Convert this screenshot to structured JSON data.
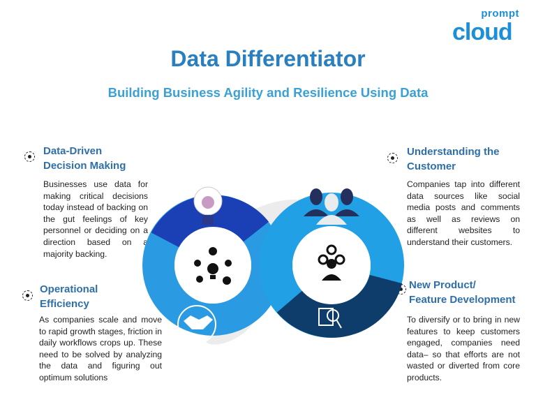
{
  "logo": {
    "top": "prompt",
    "bottom": "cloud"
  },
  "title": "Data Differentiator",
  "subtitle": "Building Business Agility and Resilience Using Data",
  "sections": [
    {
      "heading_lines": [
        "Data-Driven",
        "Decision Making"
      ],
      "body": "Businesses use data for making critical decisions today instead of backing on the gut feelings of key personnel or deciding on a direction based on a majority backing."
    },
    {
      "heading_lines": [
        "Operational",
        "Efficiency"
      ],
      "body": "As companies scale and move to rapid growth stages, friction in daily workflows crops up. These need to be solved by analyzing the data and figuring out optimum solutions"
    },
    {
      "heading_lines": [
        "Understanding the",
        "Customer"
      ],
      "body": "Companies tap into different data sources like social media posts and comments as well as reviews on different websites to understand their customers."
    },
    {
      "heading_lines": [
        "New Product/",
        "Feature Development"
      ],
      "body": "To diversify or to bring in new features to keep customers engaged, companies need data– so that efforts are not wasted or diverted from core products."
    }
  ],
  "icons": [
    "lightbulb-icon",
    "handshake-icon",
    "idea-network-icon",
    "customers-icon",
    "manager-gears-icon",
    "product-search-icon",
    "target-bullet-icon"
  ],
  "colors": {
    "light_blue": "#2a9be3",
    "dark_blue": "#1b3fb5",
    "navy": "#0f3d6b",
    "heading": "#2f6fa8",
    "title": "#2a7fc0",
    "subtitle": "#3aa0d6"
  }
}
